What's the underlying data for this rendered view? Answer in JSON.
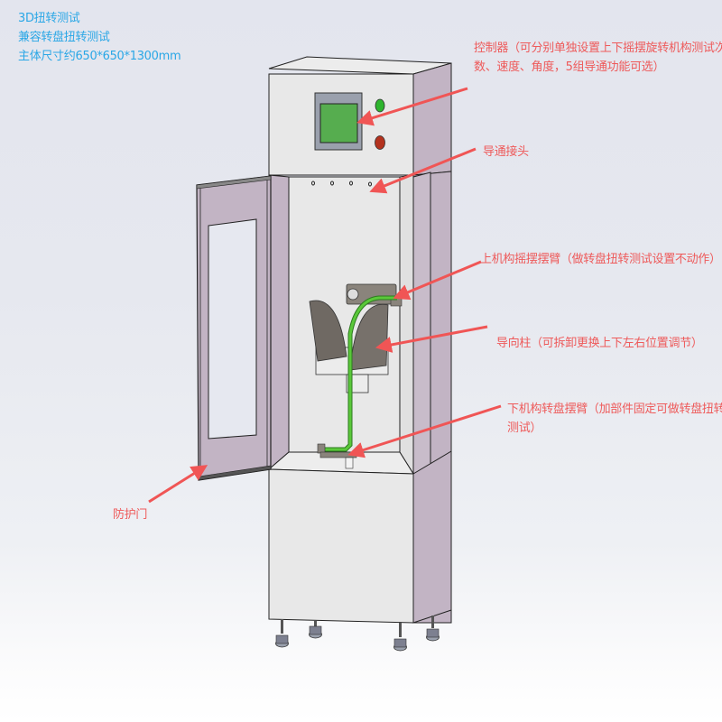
{
  "header": {
    "lines": [
      "3D扭转测试",
      "兼容转盘扭转测试",
      "主体尺寸约650*650*1300mm"
    ]
  },
  "callouts": {
    "controller": {
      "line1": "控制器（可分别单独设置上下摇摆旋转机构测试次",
      "line2": "数、速度、角度，5组导通功能可选）"
    },
    "connector": {
      "label": "导通接头"
    },
    "upper_arm": {
      "label": "上机构摇摆摆臂（做转盘扭转测试设置不动作）"
    },
    "guide_post": {
      "label": "导向柱（可拆卸更换上下左右位置调节）"
    },
    "lower_arm": {
      "line1": "下机构转盘摆臂（加部件固定可做转盘扭转",
      "line2": "测试）"
    },
    "door": {
      "label": "防护门"
    }
  },
  "colors": {
    "title_text": "#2aa7e6",
    "callout_text": "#ee5a5a",
    "arrow": "#f05555",
    "cabinet_front": "#e8e8e8",
    "cabinet_side": "#c2b4c4",
    "screen": "#56ad4f",
    "screen_bezel": "#9aa0ad",
    "indicator_green": "#2eb52e",
    "indicator_red": "#b3321e",
    "cable": "#5ac83a",
    "bracket": "#7f7a75"
  }
}
